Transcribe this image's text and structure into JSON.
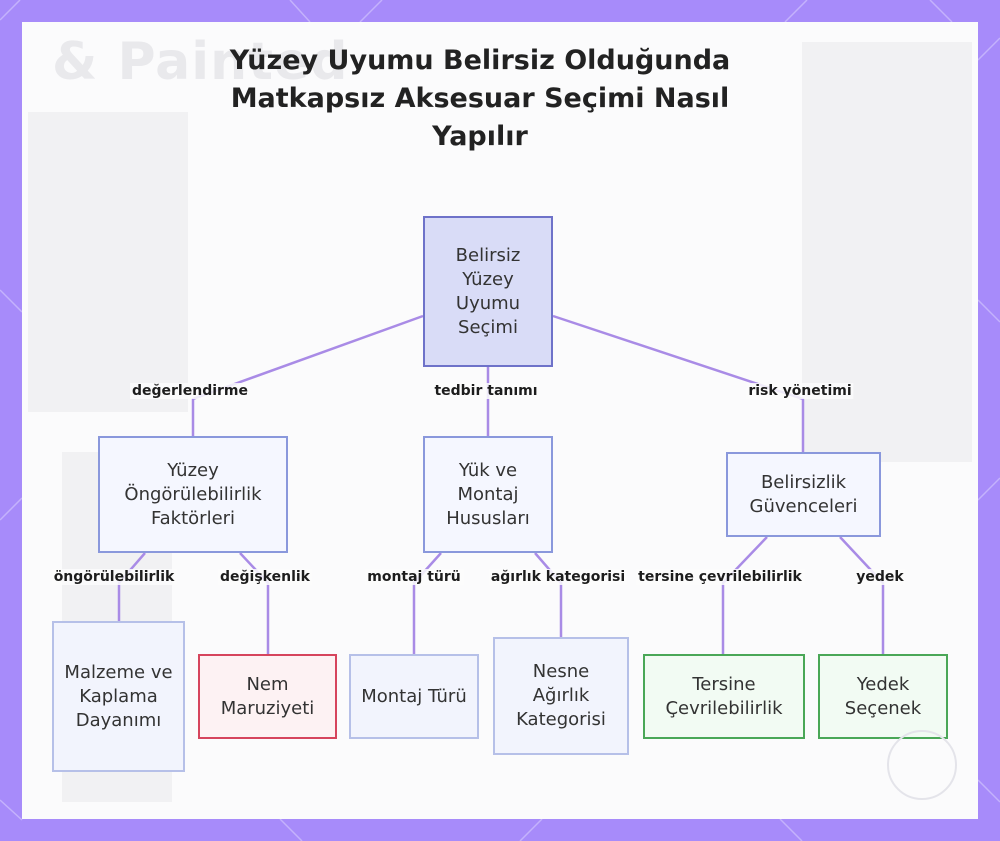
{
  "title": "Yüzey Uyumu Belirsiz Olduğunda Matkapsız Aksesuar Seçimi Nasıl Yapılır",
  "background_text": "& Painted",
  "colors": {
    "frame": "#a78bfa",
    "edge": "#a98be6",
    "root_fill": "#d9dcf7",
    "red_border": "#d6455d",
    "green_border": "#4aa757"
  },
  "nodes": {
    "root": "Belirsiz Yüzey Uyumu Seçimi",
    "factors": "Yüzey Öngörülebilirlik Faktörleri",
    "load": "Yük ve Montaj Hususları",
    "assurance": "Belirsizlik Güvenceleri",
    "material": "Malzeme ve Kaplama Dayanımı",
    "moisture": "Nem Maruziyeti",
    "mount_type": "Montaj Türü",
    "weight": "Nesne Ağırlık Kategorisi",
    "reversibility": "Tersine Çevrilebilirlik",
    "backup": "Yedek Seçenek"
  },
  "edge_labels": {
    "assessment": "değerlendirme",
    "measures": "tedbir tanımı",
    "risk": "risk yönetimi",
    "predictability": "öngörülebilirlik",
    "variability": "değişkenlik",
    "mount": "montaj türü",
    "weight_cat": "ağırlık kategorisi",
    "reverse": "tersine çevrilebilirlik",
    "backup": "yedek"
  }
}
